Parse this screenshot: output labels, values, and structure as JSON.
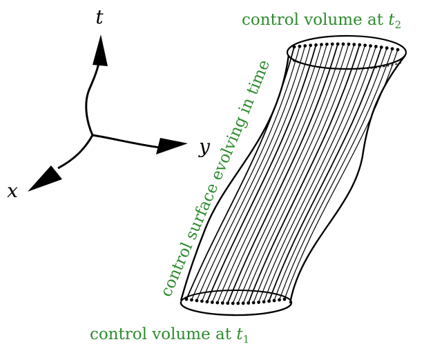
{
  "colors": {
    "label_green": "#2e8b2e",
    "ink": "#000000",
    "background": "#ffffff"
  },
  "axes": {
    "t_label": "t",
    "x_label": "x",
    "y_label": "y"
  },
  "labels": {
    "top_prefix": "control volume at ",
    "top_var": "t",
    "top_sub": "2",
    "surface": "control surface evolving in time",
    "bottom_prefix": "control volume at ",
    "bottom_var": "t",
    "bottom_sub": "1"
  }
}
